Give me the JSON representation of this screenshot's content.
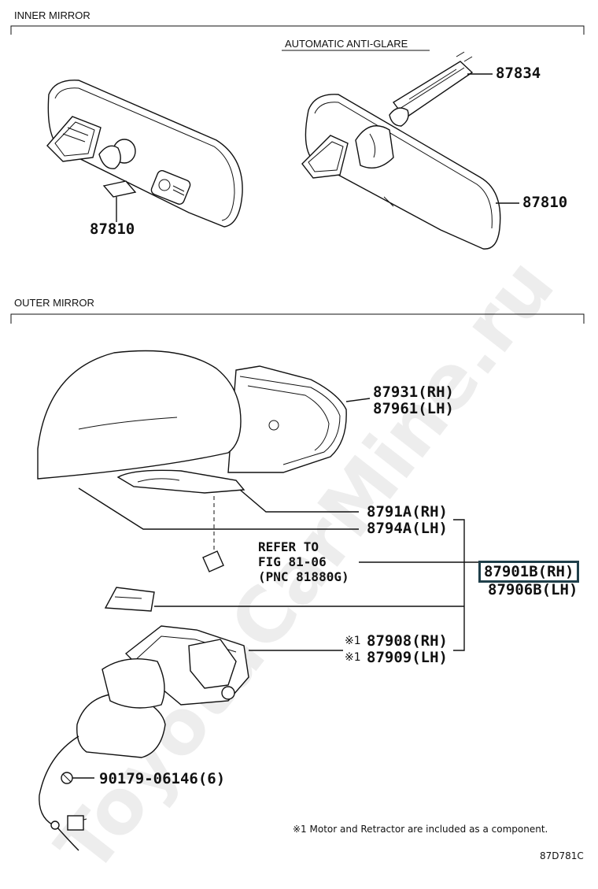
{
  "sections": {
    "inner": "INNER MIRROR",
    "outer": "OUTER MIRROR"
  },
  "inner_subtitle": "AUTOMATIC ANTI-GLARE",
  "labels": {
    "p87834": "87834",
    "p87810_right": "87810",
    "p87810_left": "87810",
    "p87931": "87931(RH)",
    "p87961": "87961(LH)",
    "p8791A": "8791A(RH)",
    "p8794A": "8794A(LH)",
    "refer_line1": "REFER TO",
    "refer_line2": "FIG 81-06",
    "refer_line3": "(PNC 81880G)",
    "p87901B": "87901B(RH)",
    "p87906B": "87906B(LH)",
    "p87908": "87908(RH)",
    "p87909": "87909(LH)",
    "mark1": "※1",
    "mark2": "※1",
    "p90179": "90179-06146(6)"
  },
  "note": "※1 Motor and Retractor are included as a component.",
  "figure_code": "87D781C",
  "watermark": "ToyotaCarMine.ru",
  "colors": {
    "highlight_border": "#1f3f4a",
    "line": "#111111"
  }
}
